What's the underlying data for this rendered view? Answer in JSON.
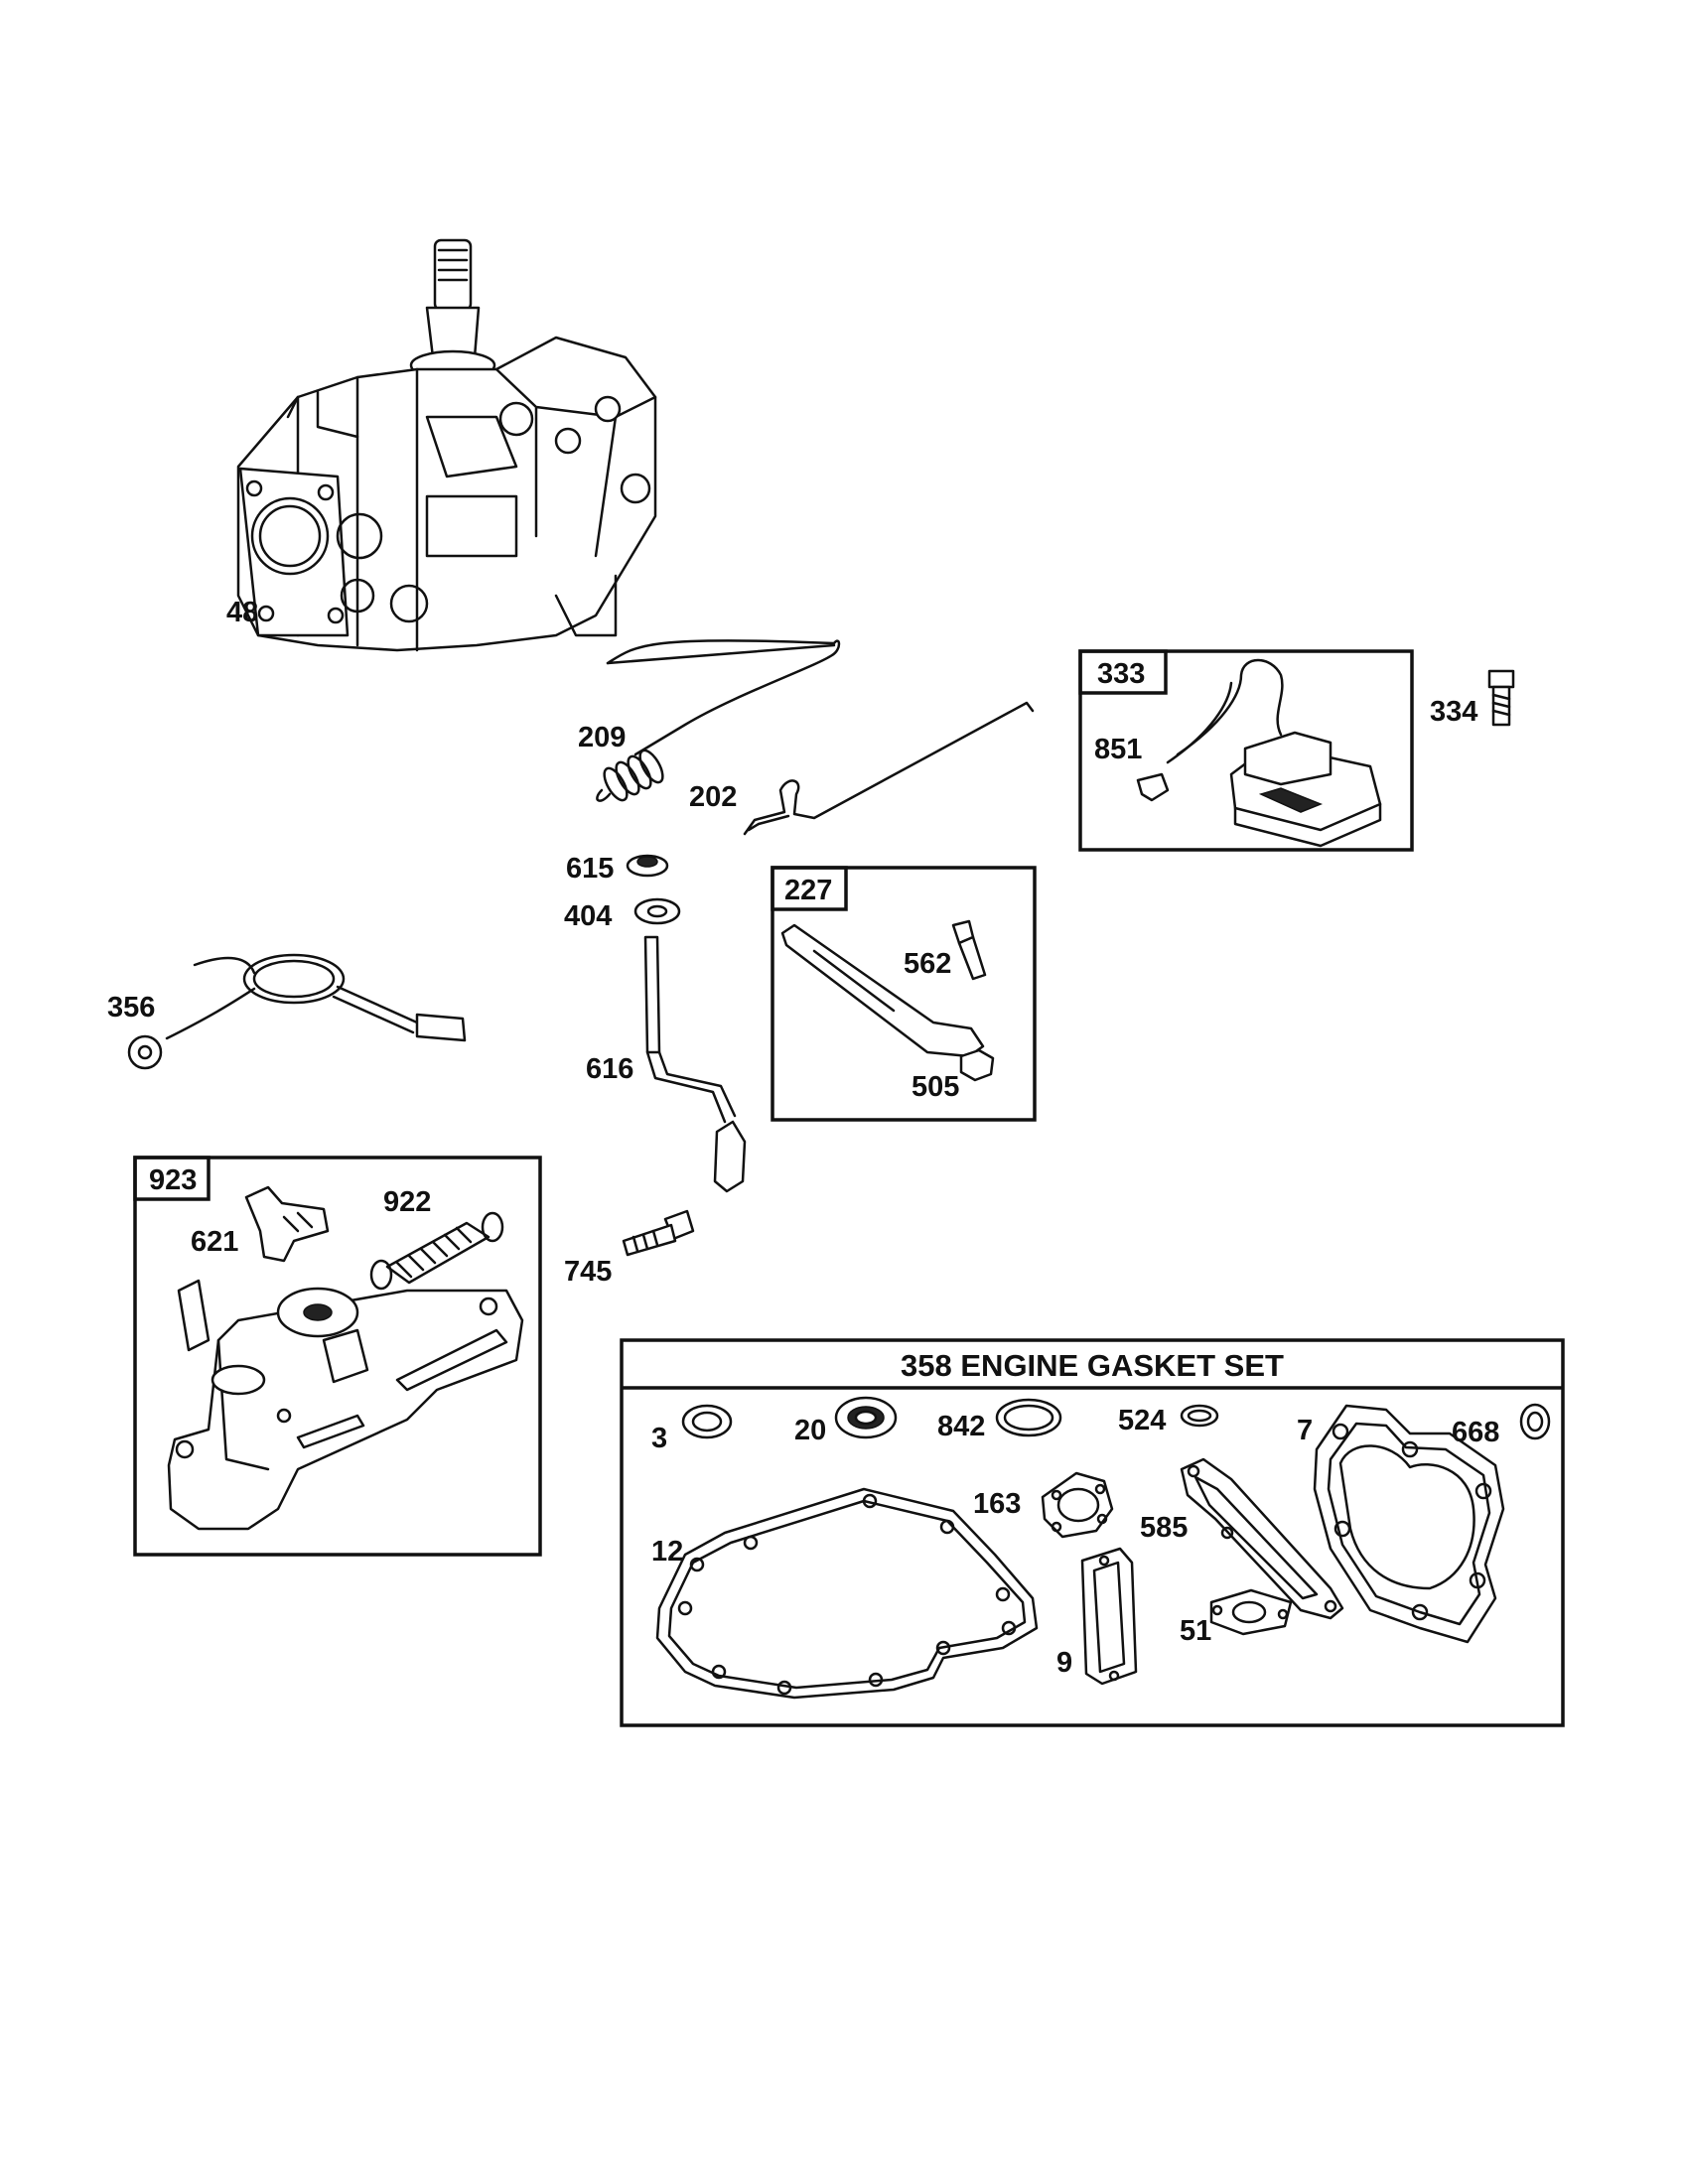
{
  "callouts": {
    "p48": "48",
    "p209": "209",
    "p202": "202",
    "p333": "333",
    "p851": "851",
    "p334": "334",
    "p615": "615",
    "p404": "404",
    "p227": "227",
    "p562": "562",
    "p505": "505",
    "p356": "356",
    "p616": "616",
    "p923": "923",
    "p922": "922",
    "p621": "621",
    "p745": "745",
    "p3": "3",
    "p20": "20",
    "p842": "842",
    "p524": "524",
    "p7": "7",
    "p668": "668",
    "p163": "163",
    "p12": "12",
    "p585": "585",
    "p51": "51",
    "p9": "9"
  },
  "gasket_set": {
    "title": "358 ENGINE GASKET SET"
  }
}
